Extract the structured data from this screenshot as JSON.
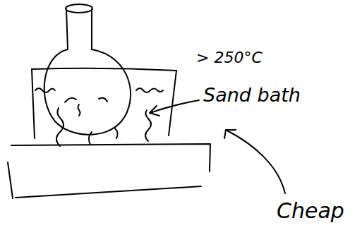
{
  "diagram": {
    "labels": [
      "> 250°C",
      "Sand bath",
      "Cheap"
    ]
  }
}
